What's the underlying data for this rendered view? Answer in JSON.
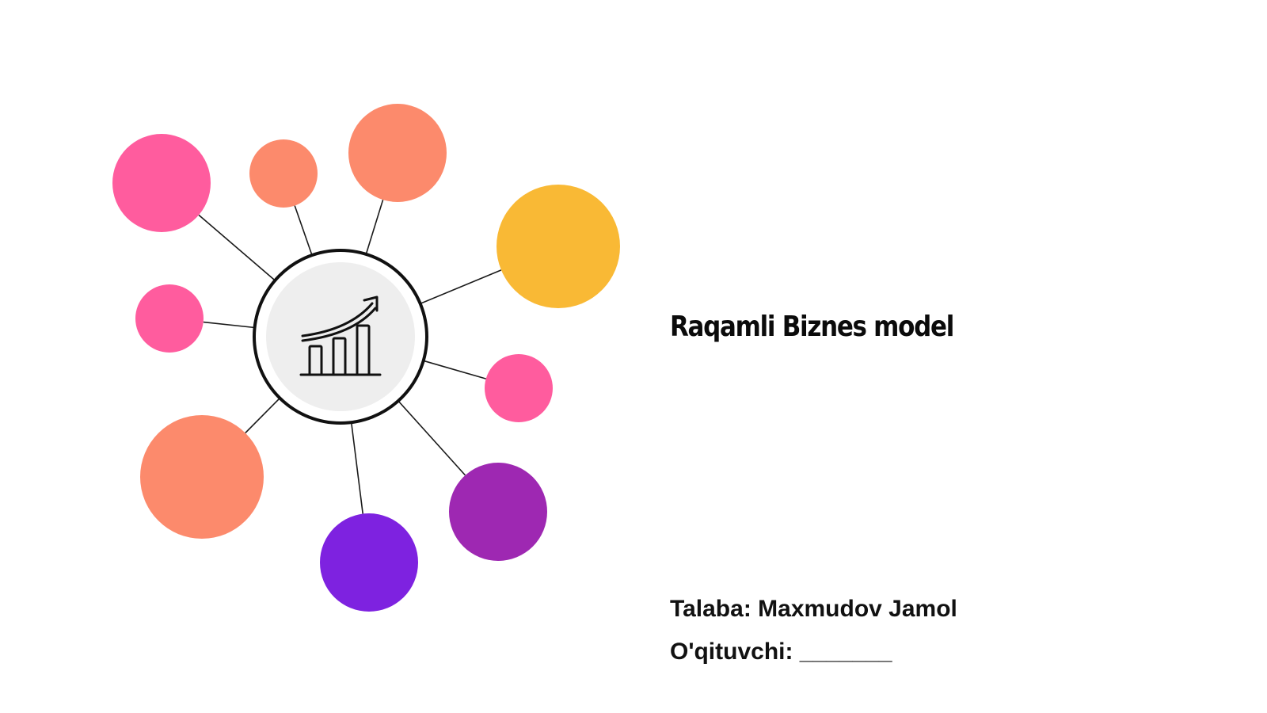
{
  "slide": {
    "title": "Raqamli Biznes model",
    "student": "Talaba: Maxmudov Jamol",
    "teacher": "O'qituvchi: _______"
  },
  "diagram": {
    "center_icon": "growth-chart-icon",
    "colors": {
      "pink": "#FF5C9E",
      "coral": "#FC8A6C",
      "yellow": "#F9B935",
      "purple": "#9E28B2",
      "violet": "#7E22E0",
      "center_fill": "#EEEEEE",
      "outline": "#111111"
    },
    "node_colors": [
      "pink",
      "coral",
      "coral",
      "yellow",
      "pink",
      "pink",
      "purple",
      "violet",
      "coral"
    ]
  }
}
